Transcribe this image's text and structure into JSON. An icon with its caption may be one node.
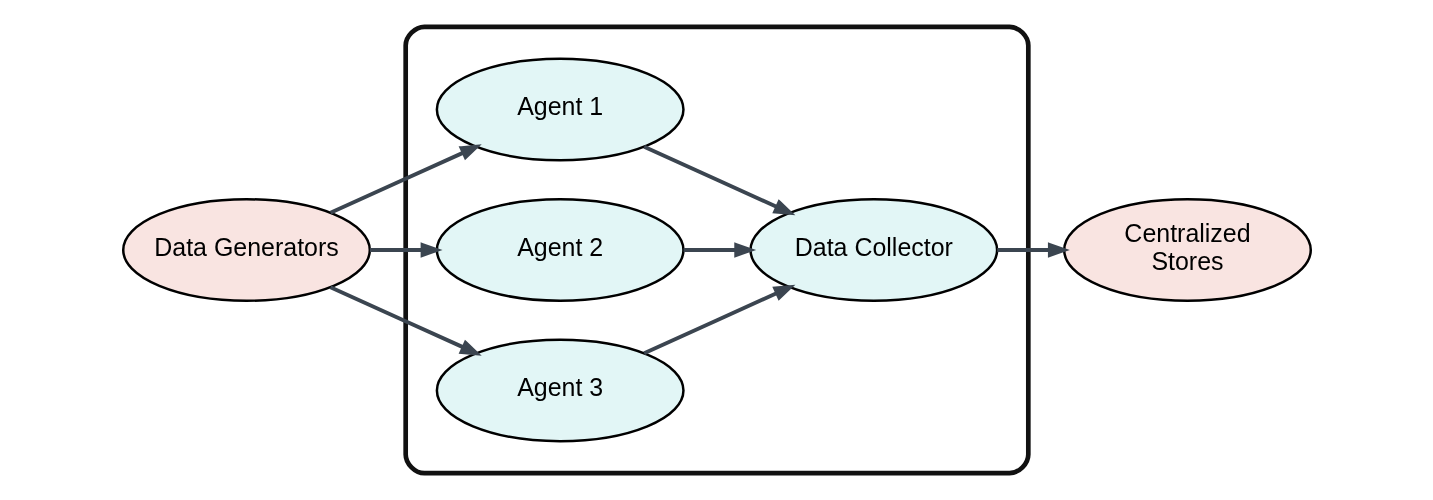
{
  "diagram": {
    "nodes": [
      {
        "text": [
          "Data Generators"
        ]
      },
      {
        "text": [],
        "shape": "box"
      },
      {
        "text": [
          "Agent 1"
        ],
        "in": 1
      },
      {
        "text": [
          "Agent 2"
        ],
        "in": 1
      },
      {
        "text": [
          "Agent 3"
        ],
        "in": 1
      },
      {
        "text": [
          "Data Collector"
        ],
        "in": 1
      },
      {
        "text": [
          "Centralized Stores"
        ]
      }
    ],
    "edges": [
      {
        "from": 0,
        "to": 2,
        "arrow": "to"
      },
      {
        "from": 0,
        "to": 3,
        "arrow": "to"
      },
      {
        "from": 0,
        "to": 4,
        "arrow": "to"
      },
      {
        "from": 2,
        "to": 5,
        "arrow": "to"
      },
      {
        "from": 3,
        "to": 5,
        "arrow": "to"
      },
      {
        "from": 4,
        "to": 5,
        "arrow": "to"
      },
      {
        "from": 5,
        "to": 6,
        "arrow": "to"
      }
    ]
  }
}
